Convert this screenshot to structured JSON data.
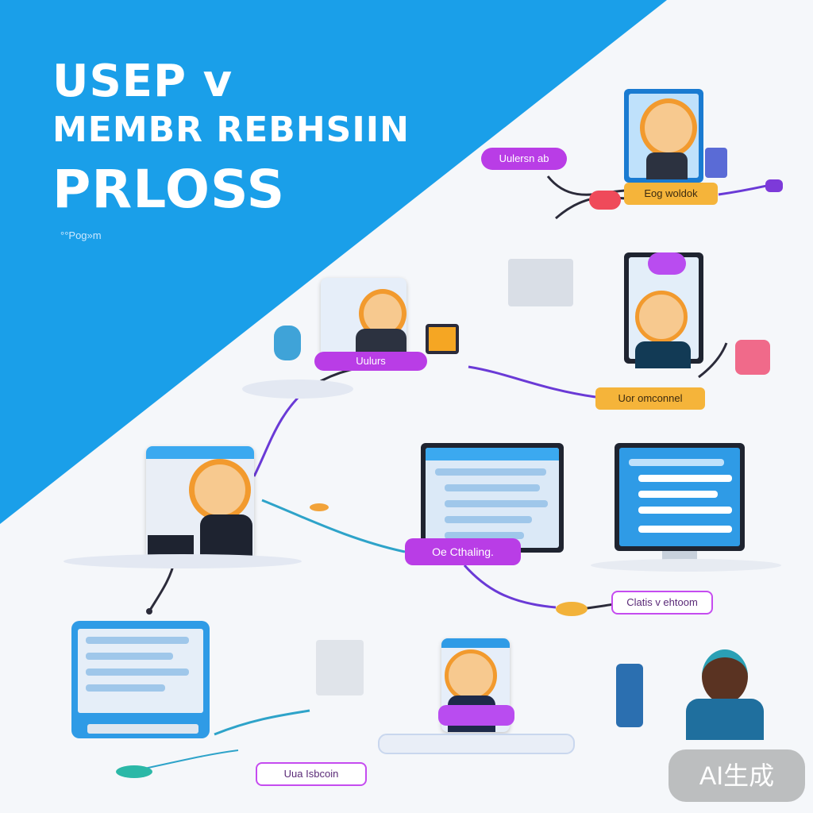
{
  "title": {
    "line1": "USEP v",
    "line2": "MEMBR REBHSIIN",
    "line3": "PRLOSS"
  },
  "subtitle_small": "°°Pog»m",
  "labels": {
    "top_purple": "Uulersn ab",
    "top_orange": "Eog woldok",
    "mid_purple": "Uulurs",
    "mid_orange": "Uor omconnel",
    "center_purple": "Oe Cthaling.",
    "right_white": "Clatis v ehtoom",
    "bottom_white": "Uua Isbcoin",
    "bottom_purple": ""
  },
  "watermark": "AI生成",
  "colors": {
    "blue": "#1aa0ea",
    "purple": "#b93de6",
    "orange": "#f5b43a",
    "background": "#f5f7fa"
  }
}
